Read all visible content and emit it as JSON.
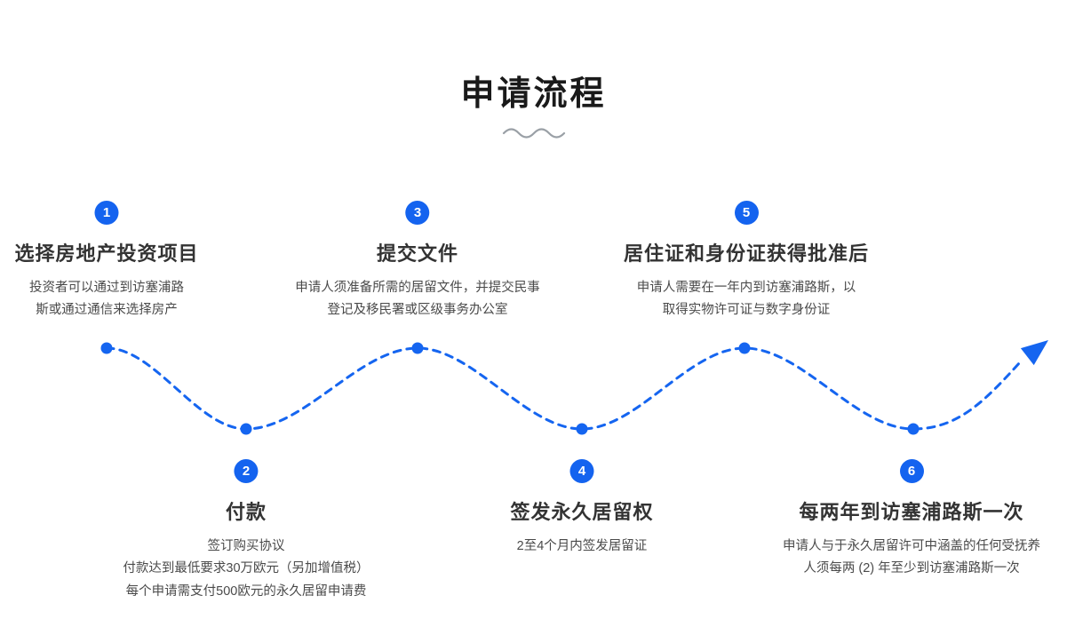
{
  "header": {
    "title": "申请流程"
  },
  "accent_color": "#1463ef",
  "steps": [
    {
      "number": "1",
      "title": "选择房地产投资项目",
      "desc": "投资者可以通过到访塞浦路\n斯或通过通信来选择房产"
    },
    {
      "number": "2",
      "title": "付款",
      "desc": "签订购买协议\n付款达到最低要求30万欧元（另加增值税）\n每个申请需支付500欧元的永久居留申请费"
    },
    {
      "number": "3",
      "title": "提交文件",
      "desc": "申请人须准备所需的居留文件，并提交民事\n登记及移民署或区级事务办公室"
    },
    {
      "number": "4",
      "title": "签发永久居留权",
      "desc": "2至4个月内签发居留证"
    },
    {
      "number": "5",
      "title": "居住证和身份证获得批准后",
      "desc": "申请人需要在一年内到访塞浦路斯，以\n取得实物许可证与数字身份证"
    },
    {
      "number": "6",
      "title": "每两年到访塞浦路斯一次",
      "desc": "申请人与于永久居留许可中涵盖的任何受抚养\n人须每两 (2) 年至少到访塞浦路斯一次"
    }
  ]
}
